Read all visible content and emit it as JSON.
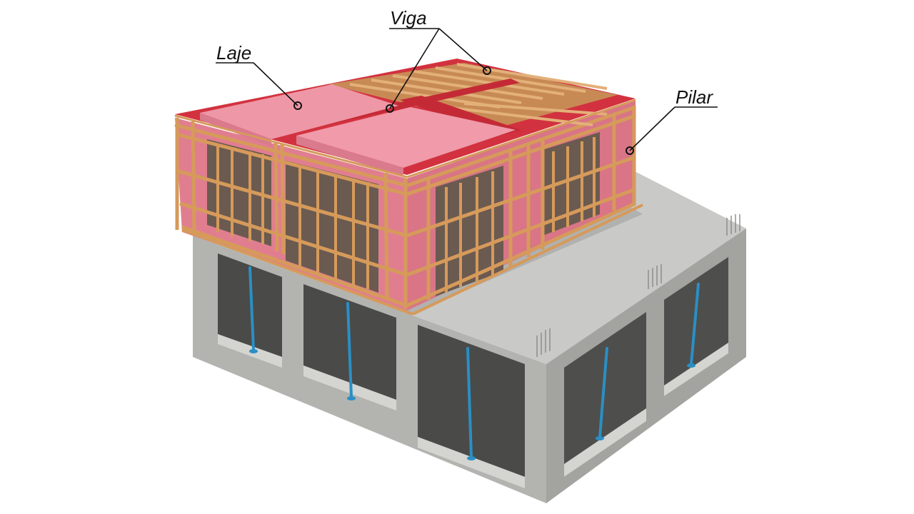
{
  "labels": {
    "viga": "Viga",
    "laje": "Laje",
    "pilar": "Pilar"
  },
  "colors": {
    "concrete_top": "#c9c9c7",
    "concrete_side": "#a9a9a6",
    "concrete_dark": "#8f8f8c",
    "formwork_pink": "#e8889a",
    "formwork_red": "#d2323f",
    "timber": "#d69a5a",
    "prop_blue": "#2a8fc4",
    "leader_line": "#111111"
  }
}
